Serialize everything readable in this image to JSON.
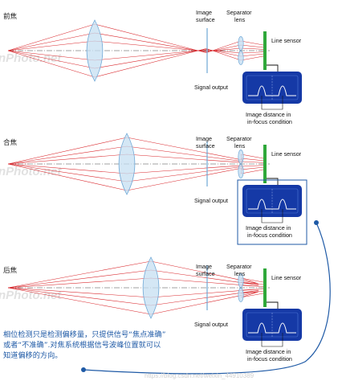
{
  "colors": {
    "ray": "#d9262b",
    "lens_fill": "#c6dff2",
    "lens_stroke": "#6fa8d6",
    "sensor": "#2fa83a",
    "signal_bg": "#1539a6",
    "annotation": "#1f5aa6"
  },
  "panels": [
    {
      "title": "前焦",
      "image_surface_label": [
        "Image",
        "surface"
      ],
      "separator_lens_label": [
        "Separator",
        "lens"
      ],
      "line_sensor_label": "Line sensor",
      "signal_output_label": "Signal output",
      "distance_label": [
        "Image distance in",
        "in-focus condition"
      ],
      "watermark": "nPhoto.net",
      "highlighted": false
    },
    {
      "title": "合焦",
      "image_surface_label": [
        "Image",
        "surface"
      ],
      "separator_lens_label": [
        "Separator",
        "lens"
      ],
      "line_sensor_label": "Line sensor",
      "signal_output_label": "Signal output",
      "distance_label": [
        "Image distance in",
        "in-focus condition"
      ],
      "watermark": "nPhoto.net",
      "highlighted": true
    },
    {
      "title": "后焦",
      "image_surface_label": [
        "Image",
        "surface"
      ],
      "separator_lens_label": [
        "Separator",
        "lens"
      ],
      "line_sensor_label": "Line sensor",
      "signal_output_label": "Signal output",
      "distance_label": [
        "Image distance in",
        "in-focus condition"
      ],
      "watermark": "nPhoto.net",
      "highlighted": false
    }
  ],
  "caption": {
    "lines": [
      "相位检测只是检测偏移量，只提供信号“焦点准确”",
      "或者“不准确”.对焦系统根据信号波峰位置就可以",
      "知道偏移的方向。"
    ]
  },
  "page_watermark": "https://blog.csdn.net/weixin_44910389"
}
